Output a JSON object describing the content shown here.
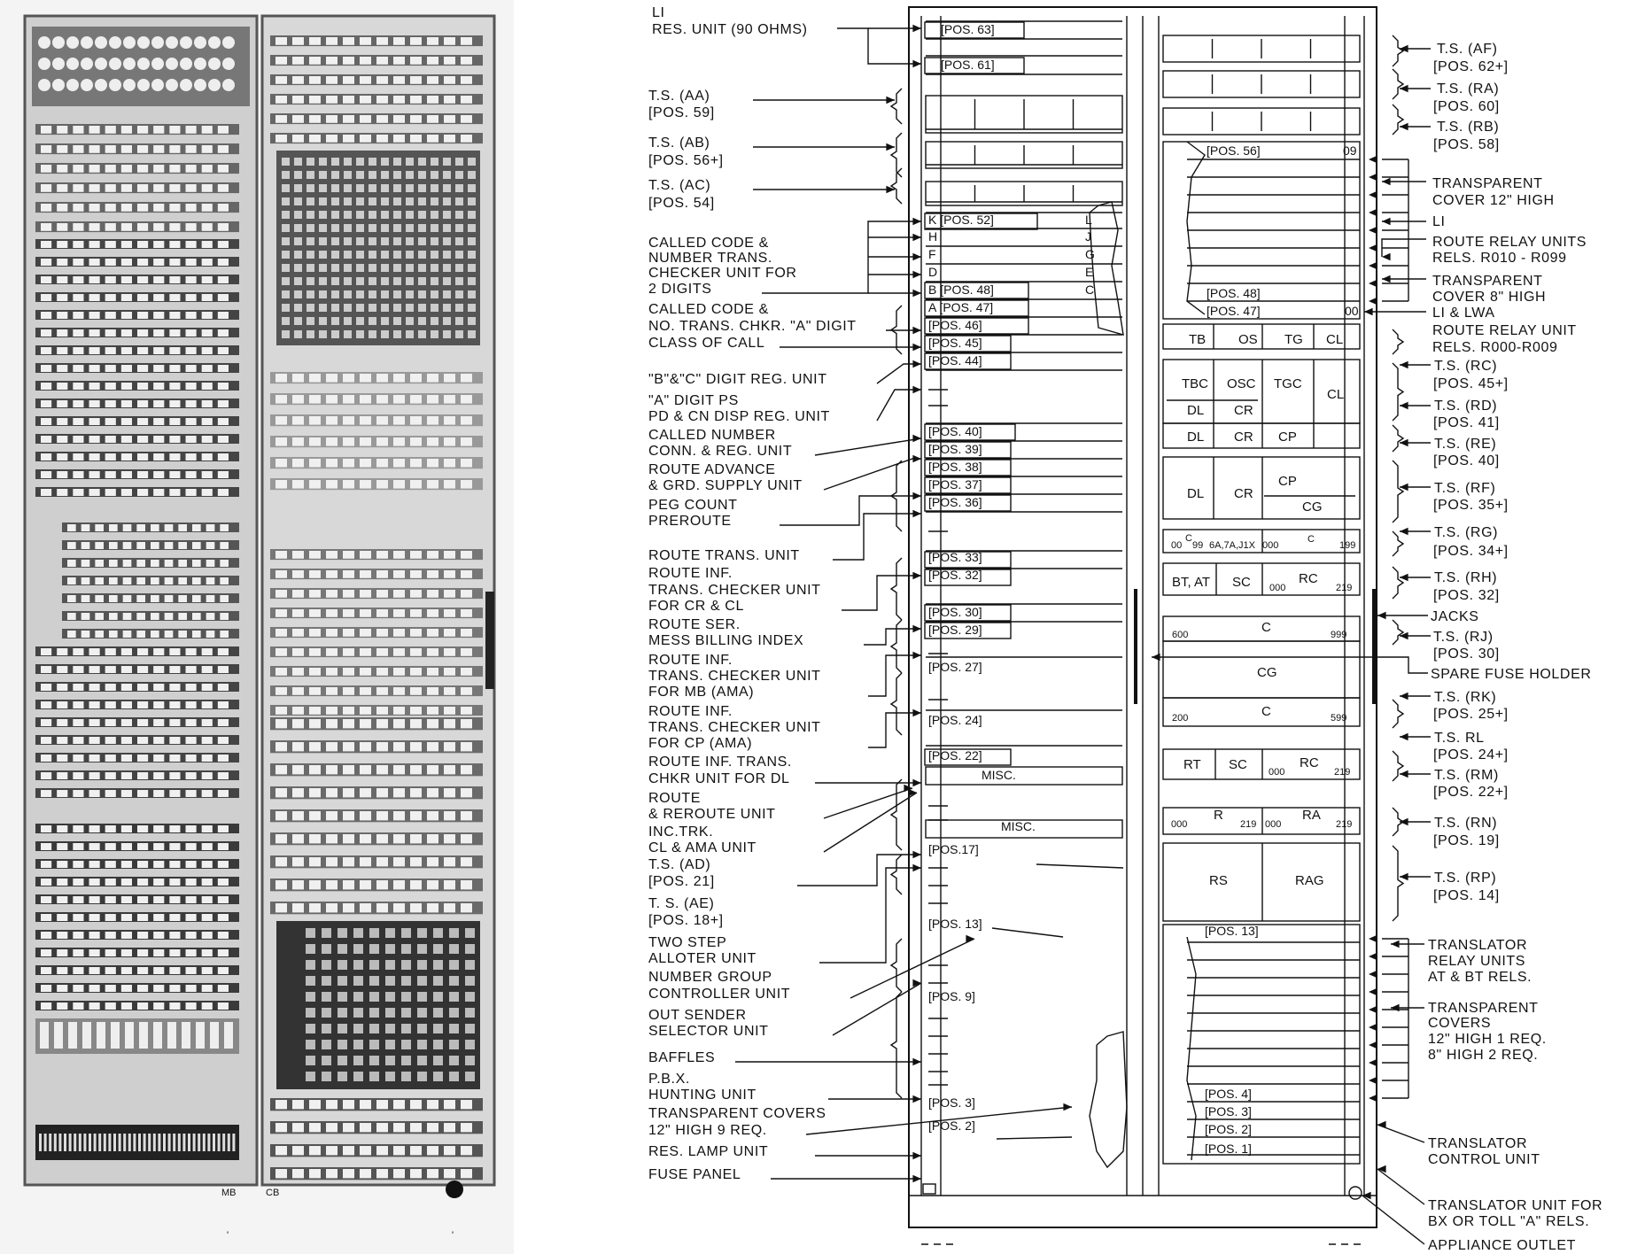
{
  "left_labels": [
    "LI",
    "RES. UNIT (90 OHMS)",
    "T.S. (AA)",
    "[POS. 59]",
    "T.S. (AB)",
    "[POS. 56+]",
    "T.S. (AC)",
    "[POS. 54]",
    "CALLED CODE &",
    "NUMBER TRANS.",
    "CHECKER UNIT FOR",
    "2 DIGITS",
    "CALLED CODE &",
    "NO. TRANS. CHKR. \"A\" DIGIT",
    "CLASS OF CALL",
    "\"B\"&\"C\" DIGIT REG. UNIT",
    "\"A\" DIGIT PS",
    "PD & CN DISP REG. UNIT",
    "CALLED NUMBER",
    "CONN. & REG. UNIT",
    "ROUTE ADVANCE",
    "& GRD. SUPPLY UNIT",
    "PEG COUNT",
    "PREROUTE",
    "ROUTE TRANS. UNIT",
    "ROUTE INF.",
    "TRANS. CHECKER UNIT",
    "FOR CR & CL",
    "ROUTE SER.",
    "MESS BILLING INDEX",
    "ROUTE INF.",
    "TRANS. CHECKER UNIT",
    "FOR MB (AMA)",
    "ROUTE INF.",
    "TRANS. CHECKER UNIT",
    "FOR CP (AMA)",
    "ROUTE INF. TRANS.",
    "CHKR UNIT FOR DL",
    "ROUTE",
    "& REROUTE UNIT",
    "INC.TRK.",
    "CL & AMA UNIT",
    "T.S. (AD)",
    "[POS. 21]",
    "T. S. (AE)",
    "[POS. 18+]",
    "TWO STEP",
    "ALLOTER UNIT",
    "NUMBER GROUP",
    "CONTROLLER UNIT",
    "OUT SENDER",
    "SELECTOR UNIT",
    "BAFFLES",
    "P.B.X.",
    "HUNTING UNIT",
    "TRANSPARENT COVERS",
    "12\" HIGH 9 REQ.",
    "RES. LAMP UNIT",
    "FUSE PANEL"
  ],
  "right_labels": [
    "T.S. (AF)",
    "[POS. 62+]",
    "T.S. (RA)",
    "[POS. 60]",
    "T.S. (RB)",
    "[POS. 58]",
    "TRANSPARENT",
    "COVER 12\" HIGH",
    "LI",
    "ROUTE RELAY UNITS",
    "RELS. R010 - R099",
    "TRANSPARENT",
    "COVER 8\" HIGH",
    "LI & LWA",
    "ROUTE RELAY UNIT",
    "RELS. R000-R009",
    "T.S. (RC)",
    "[POS. 45+]",
    "T.S. (RD)",
    "[POS. 41]",
    "T.S. (RE)",
    "[POS. 40]",
    "T.S. (RF)",
    "[POS. 35+]",
    "T.S. (RG)",
    "[POS. 34+]",
    "T.S. (RH)",
    "[POS. 32]",
    "JACKS",
    "T.S. (RJ)",
    "[POS. 30]",
    "SPARE FUSE HOLDER",
    "T.S. (RK)",
    "[POS. 25+]",
    "T.S. RL",
    "[POS. 24+]",
    "T.S. (RM)",
    "[POS. 22+]",
    "T.S. (RN)",
    "[POS. 19]",
    "T.S. (RP)",
    "[POS. 14]",
    "TRANSLATOR",
    "RELAY UNITS",
    "AT & BT RELS.",
    "TRANSPARENT",
    "COVERS",
    "12\" HIGH 1 REQ.",
    "8\" HIGH 2 REQ.",
    "TRANSLATOR",
    "CONTROL UNIT",
    "TRANSLATOR UNIT FOR",
    "BX OR TOLL \"A\" RELS.",
    "APPLIANCE OUTLET"
  ],
  "left_bay_positions": [
    "[POS. 63]",
    "[POS. 61]",
    "K [POS. 52]",
    "H",
    "F",
    "D",
    "B [POS. 48]",
    "A [POS. 47]",
    "[POS. 46]",
    "[POS. 45]",
    "[POS. 44]",
    "[POS. 40]",
    "[POS. 39]",
    "[POS. 38]",
    "[POS. 37]",
    "[POS. 36]",
    "[POS. 33]",
    "[POS. 32]",
    "[POS. 30]",
    "[POS. 29]",
    "[POS. 27]",
    "[POS. 24]",
    "[POS. 22]",
    "MISC.",
    "MISC.",
    "[POS.17]",
    "[POS. 13]",
    "[POS. 9]",
    "[POS. 3]",
    "[POS. 2]",
    "L",
    "J",
    "G",
    "E",
    "C"
  ],
  "right_bay_positions": [
    "[POS. 56]",
    "09",
    "[POS. 48]",
    "[POS. 47]",
    "00",
    "[POS. 13]",
    "[POS. 4]",
    "[POS. 3]",
    "[POS. 2]",
    "[POS. 1]"
  ],
  "right_bay_cells": [
    "TB",
    "OS",
    "TG",
    "CL",
    "TBC",
    "OSC",
    "TGC",
    "CL",
    "DL",
    "CR",
    "DL",
    "CR",
    "CP",
    "DL",
    "CR",
    "CP",
    "CG",
    "00",
    "C",
    "99",
    "6A,7A,J1X",
    "000",
    "C",
    "199",
    "BT, AT",
    "SC",
    "000",
    "RC",
    "219",
    "600",
    "C",
    "999",
    "CG",
    "200",
    "C",
    "599",
    "RT",
    "SC",
    "000",
    "RC",
    "219",
    "000",
    "R",
    "219",
    "000",
    "RA",
    "219",
    "RS",
    "RAG"
  ],
  "photo_marks": [
    "MB",
    "CB"
  ]
}
